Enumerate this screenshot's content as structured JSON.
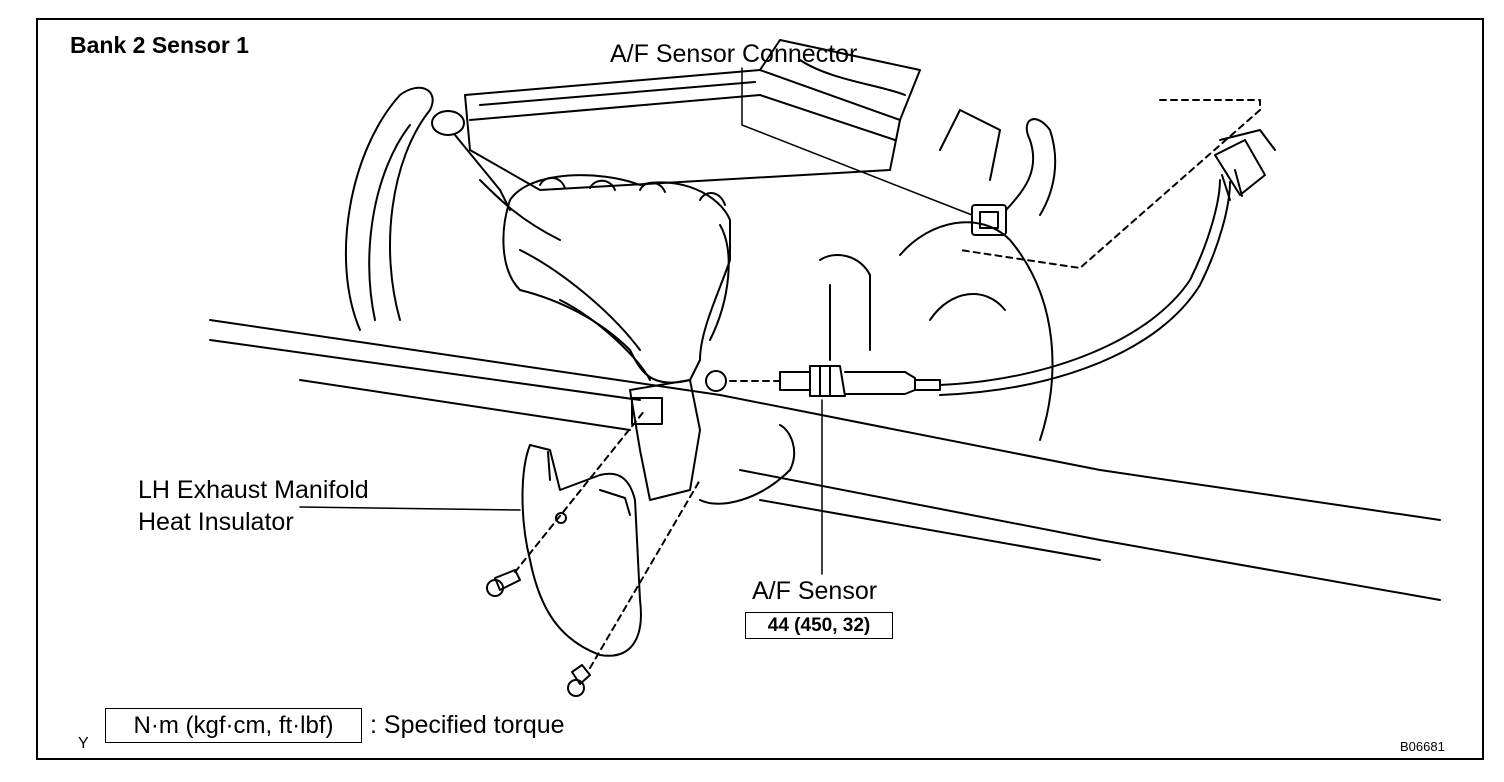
{
  "title": "Bank 2 Sensor 1",
  "labels": {
    "connector": "A/F Sensor Connector",
    "insulator_line1": "LH Exhaust Manifold",
    "insulator_line2": "Heat Insulator",
    "sensor": "A/F Sensor"
  },
  "torque": {
    "sensor_value": "44 (450, 32)"
  },
  "legend": {
    "unit_box": "N·m (kgf·cm, ft·lbf)",
    "description": ": Specified torque"
  },
  "corner_mark": "Y",
  "figure_code": "B06681"
}
